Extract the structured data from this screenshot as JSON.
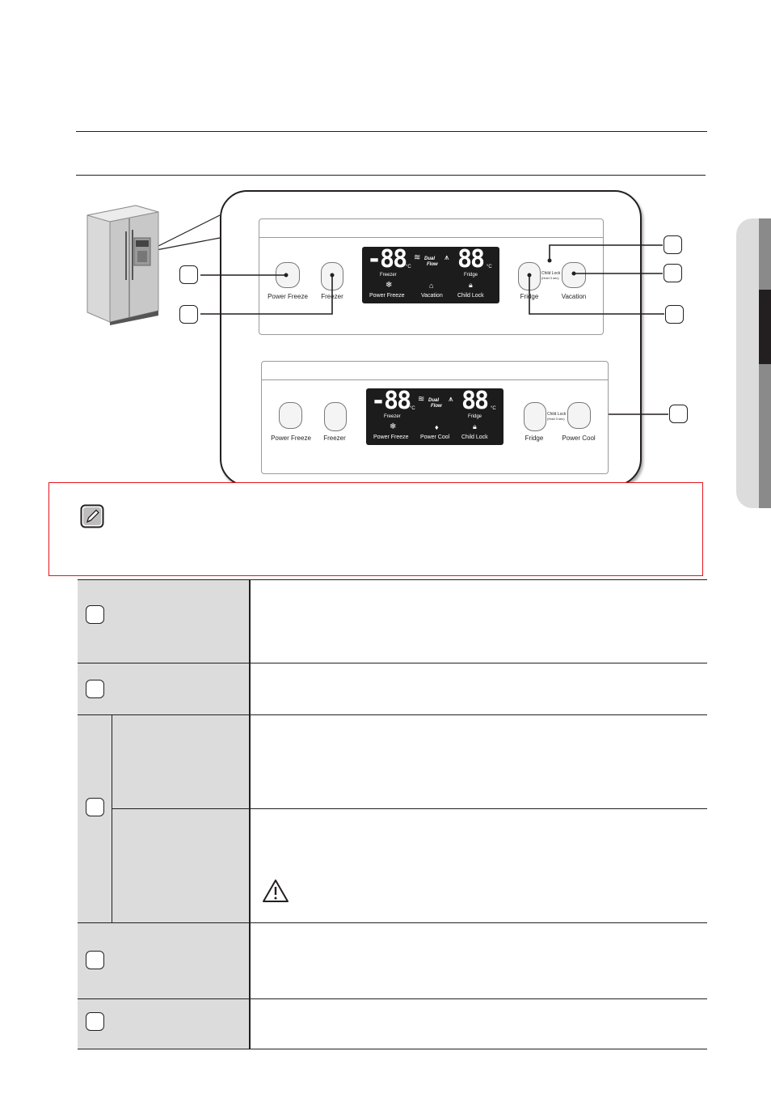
{
  "panel_top": {
    "buttons": {
      "power_freeze": "Power Freeze",
      "freezer": "Freezer",
      "fridge": "Fridge",
      "vacation": "Vacation"
    },
    "child_lock_hint": "Child Lock",
    "child_lock_sub": "(Hold 3 sec)",
    "display": {
      "digits_left": "-88",
      "digits_right": "88",
      "unit": "°C",
      "dual": "Dual",
      "flow": "Flow",
      "freezer": "Freezer",
      "fridge": "Fridge",
      "icon_power_freeze": "Power Freeze",
      "icon_vacation": "Vacation",
      "icon_child_lock": "Child Lock"
    }
  },
  "panel_bottom": {
    "buttons": {
      "power_freeze": "Power Freeze",
      "freezer": "Freezer",
      "fridge": "Fridge",
      "power_cool": "Power Cool"
    },
    "child_lock_hint": "Child Lock",
    "child_lock_sub": "(Hold 3 sec)",
    "display": {
      "digits_left": "-88",
      "digits_right": "88",
      "unit": "°C",
      "dual": "Dual",
      "flow": "Flow",
      "freezer": "Freezer",
      "fridge": "Fridge",
      "icon_power_freeze": "Power Freeze",
      "icon_power_cool": "Power Cool",
      "icon_child_lock": "Child Lock"
    }
  },
  "colors": {
    "note_border": "#e3141b",
    "table_gray": "#dcdcdc",
    "lcd_bg": "#1c1c1c",
    "tab_dark": "#231f20",
    "tab_mid": "#8a8a8a"
  },
  "icons": [
    "note-pencil-icon",
    "warning-triangle-icon",
    "snowflake-icon",
    "lock-icon",
    "vacation-icon",
    "drop-icon",
    "airflow-icon"
  ]
}
